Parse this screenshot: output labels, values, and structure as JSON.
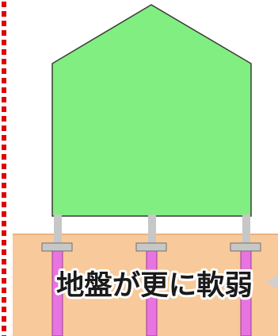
{
  "caption": "地盤が更に軟弱",
  "colors": {
    "house_fill": "#80ee80",
    "house_stroke": "#3a3a3a",
    "soil": "#f8c99a",
    "soil_top": "#ecb27e",
    "foundation": "#c7c7c7",
    "foundation_stroke": "#707070",
    "pile": "#e774e0",
    "pile_stroke": "#9c3c95",
    "dashed_border": "#e00000",
    "arrow_hint": "#d0d0d0"
  },
  "piles": [
    "left",
    "center",
    "right"
  ]
}
